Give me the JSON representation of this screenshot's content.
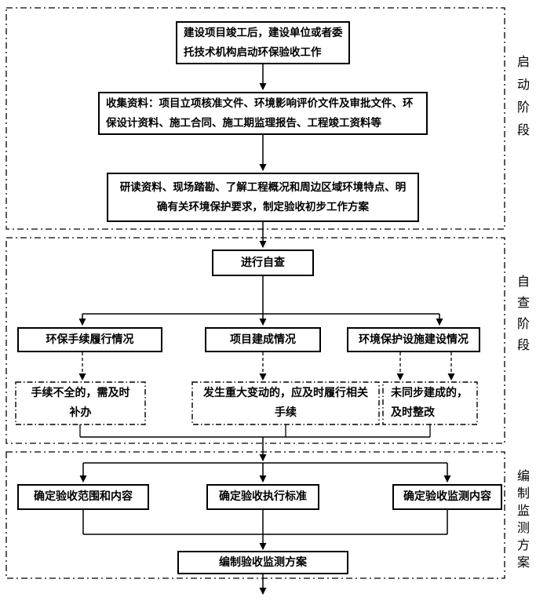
{
  "page": {
    "background": "#ffffff",
    "line_color": "#000000"
  },
  "stages": [
    {
      "label": "启动阶段"
    },
    {
      "label": "自查阶段"
    },
    {
      "label": "编制监测方案"
    }
  ],
  "nodes": {
    "start": "建设项目竣工后，建设单位或者委\n托技术机构启动环保验收工作",
    "collect": "收集资料：项目立项核准文件、环境影响评价文件及审批文件、环\n保设计资料、施工合同、施工期监理报告、工程竣工资料等",
    "study": "研读资料、现场踏勘、了解工程概况和周边区域环境特点、明\n确有关环境保护要求，制定验收初步工作方案",
    "self_check": "进行自查",
    "proc_status": "环保手续履行情况",
    "build_status": "项目建成情况",
    "facility_status": "环境保护设施建设情况",
    "proc_fix": "手续不全的，需及时\n补办",
    "major_change": "发生重大变动的，应及时履行相关\n手续",
    "not_sync": "未同步建成的，\n及时整改",
    "scope": "确定验收范围和内容",
    "standard": "确定验收执行标准",
    "monitor": "确定验收监测内容",
    "plan": "编制验收监测方案"
  }
}
